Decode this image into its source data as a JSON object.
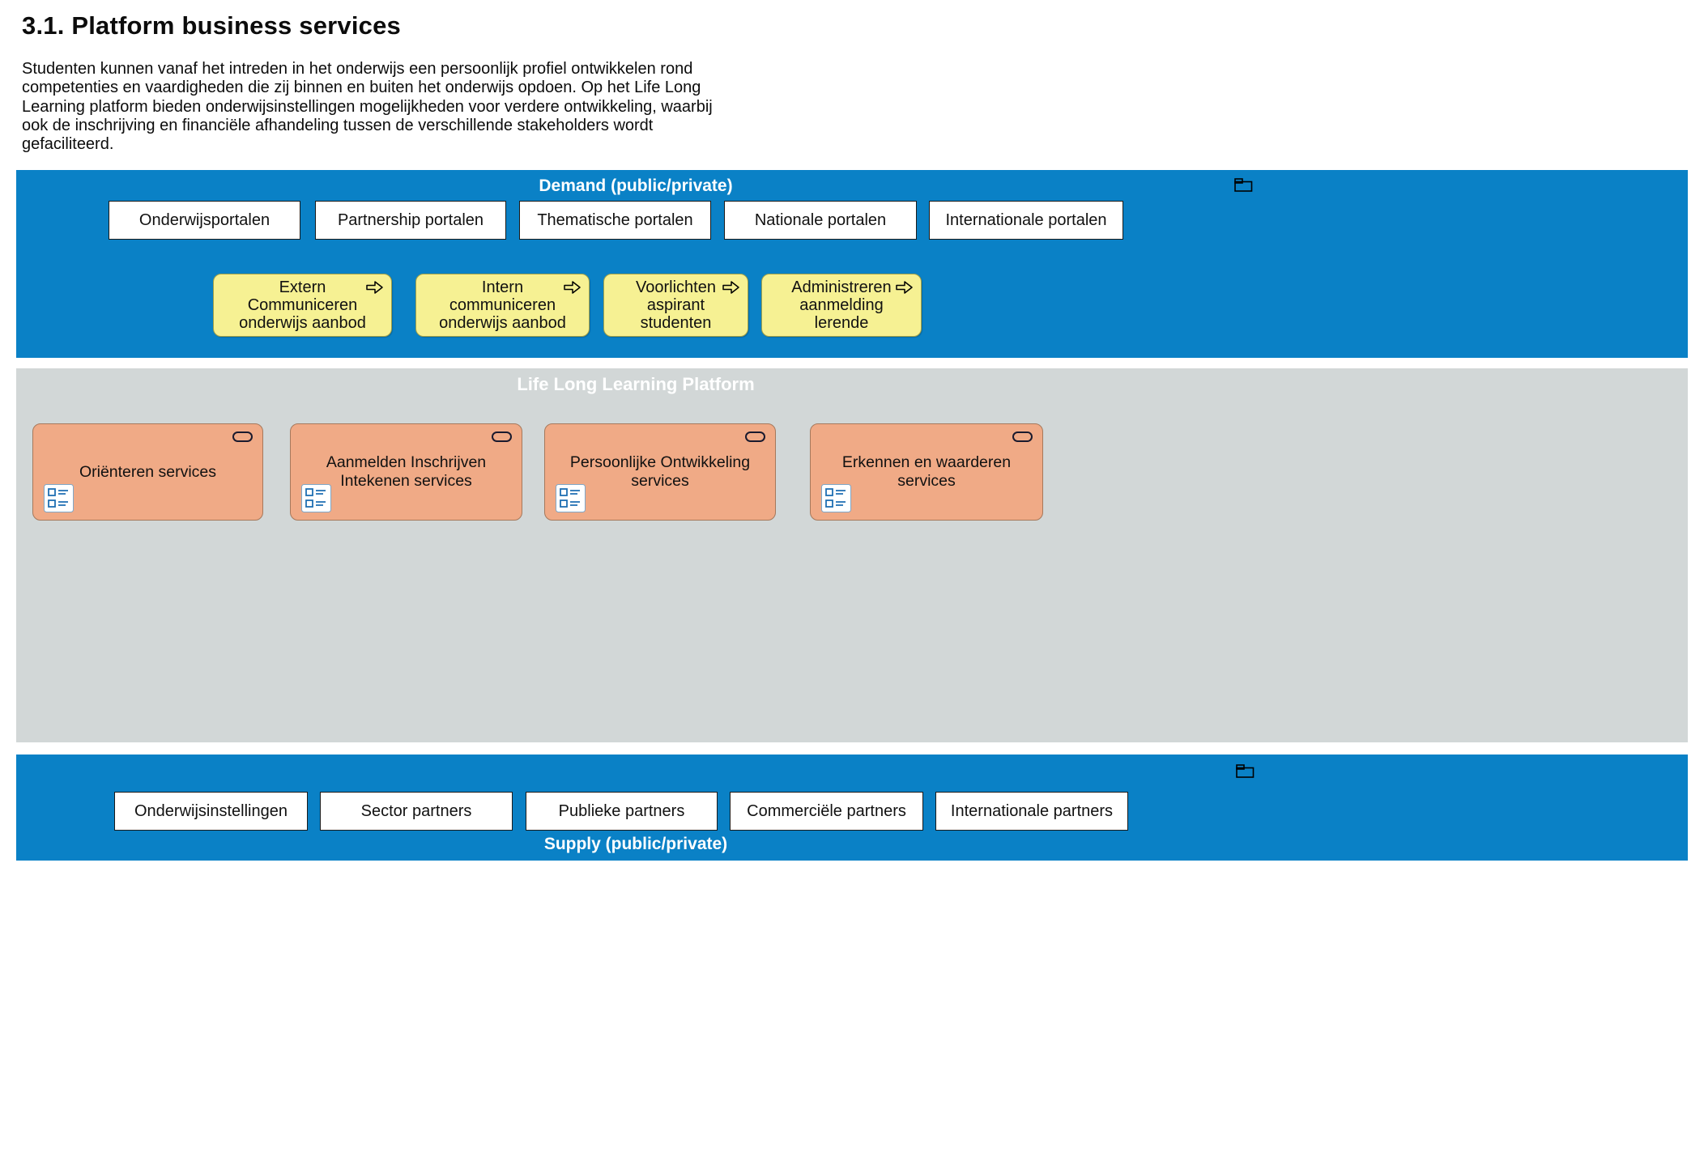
{
  "page": {
    "heading": "3.1. Platform business services",
    "intro": "Studenten kunnen vanaf het intreden in het onderwijs een persoonlijk profiel ontwikkelen rond competenties en vaardigheden die zij binnen en buiten het onderwijs opdoen. Op het Life Long Learning platform bieden onderwijsinstellingen mogelijkheden voor verdere ontwikkeling, waarbij ook de inschrijving en financiële afhandeling tussen de verschillende stakeholders wordt gefaciliteerd."
  },
  "demand": {
    "title": "Demand (public/private)",
    "portals": [
      "Onderwijsportalen",
      "Partnership portalen",
      "Thematische portalen",
      "Nationale portalen",
      "Internationale portalen"
    ],
    "processes": [
      "Extern\nCommuniceren\nonderwijs aanbod",
      "Intern\ncommuniceren\nonderwijs aanbod",
      "Voorlichten\naspirant\nstudenten",
      "Administreren\naanmelding\nlerende"
    ]
  },
  "platform": {
    "title": "Life Long Learning Platform",
    "services": [
      "Oriënteren services",
      "Aanmelden Inschrijven\nIntekenen services",
      "Persoonlijke Ontwikkeling\nservices",
      "Erkennen en waarderen services"
    ]
  },
  "supply": {
    "title": "Supply (public/private)",
    "partners": [
      "Onderwijsinstellingen",
      "Sector partners",
      "Publieke partners",
      "Commerciële partners",
      "Internationale partners"
    ]
  },
  "icons": {
    "group": "folder-icon",
    "process": "right-arrow-icon",
    "service": "capsule-icon",
    "view_reference": "diagram-icon"
  },
  "colors": {
    "band_blue": "#0a81c6",
    "platform_gray": "#d2d7d7",
    "process_yellow_fill": "#f6f193",
    "process_yellow_border": "#a0a048",
    "service_orange_fill": "#f0aa86",
    "service_orange_border": "#a6795c"
  }
}
